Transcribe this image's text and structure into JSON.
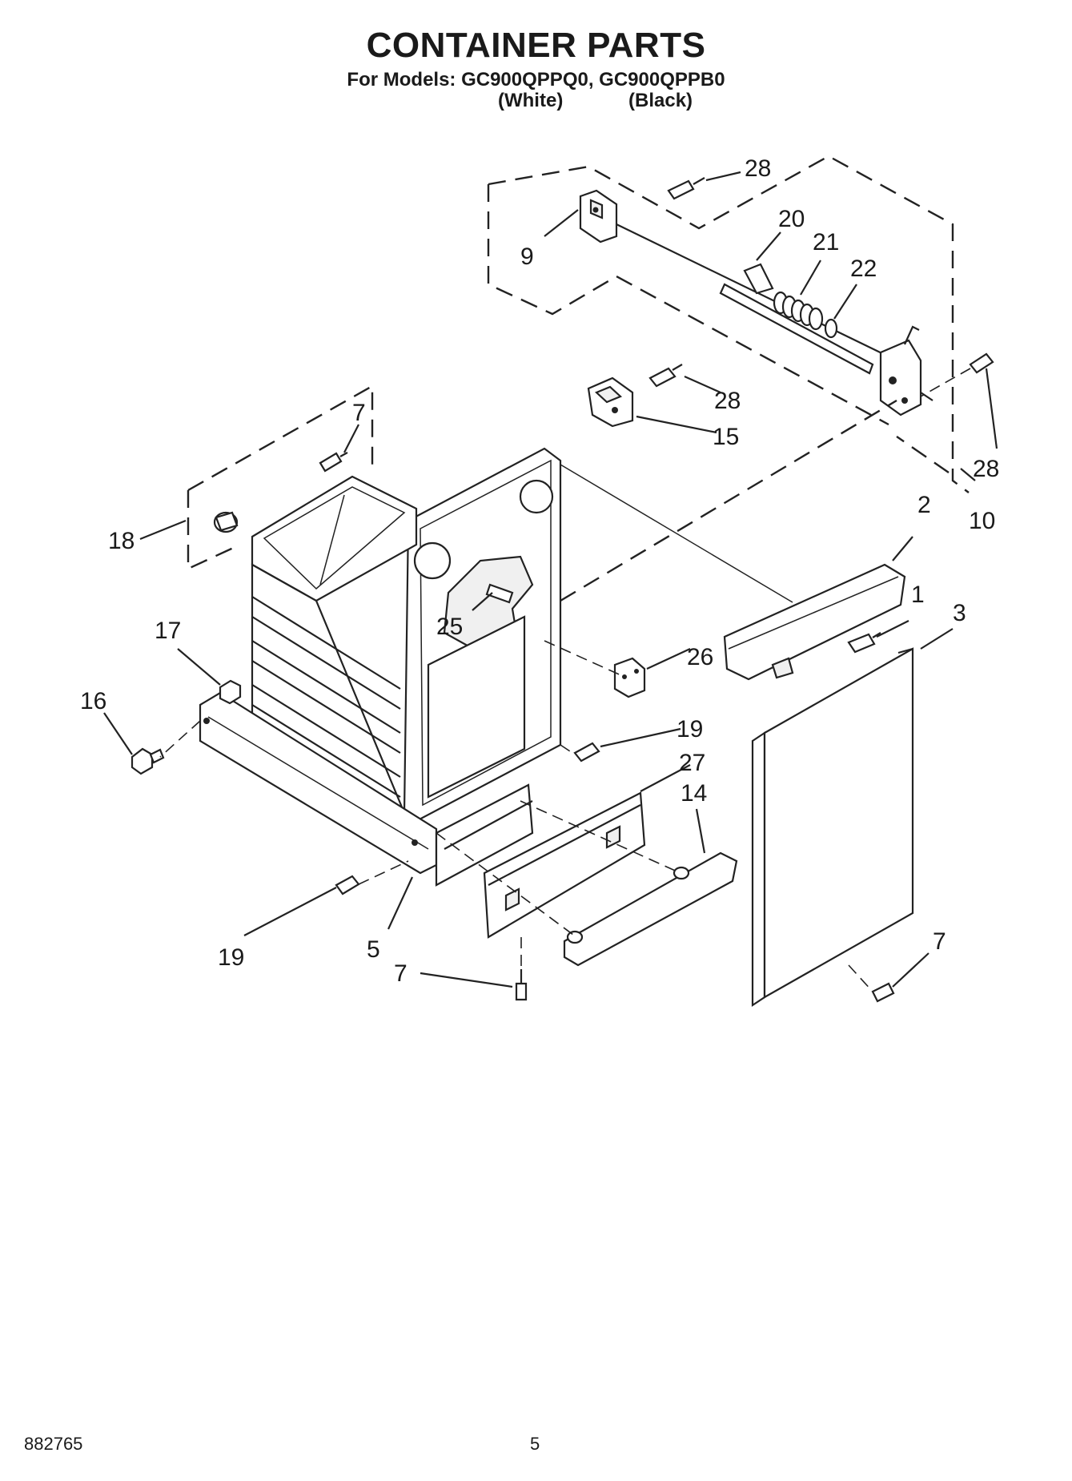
{
  "header": {
    "title": "CONTAINER PARTS",
    "models_line": "For Models: GC900QPPQ0, GC900QPPB0",
    "variant_white": "(White)",
    "variant_black": "(Black)"
  },
  "callouts": {
    "c28_top": "28",
    "c20": "20",
    "c21": "21",
    "c22": "22",
    "c9": "9",
    "c28_mid": "28",
    "c15": "15",
    "c28_right": "28",
    "c10": "10",
    "c7_top": "7",
    "c18": "18",
    "c2": "2",
    "c1": "1",
    "c3": "3",
    "c25": "25",
    "c26": "26",
    "c17": "17",
    "c16": "16",
    "c19_mid": "19",
    "c27": "27",
    "c14": "14",
    "c19_bottom": "19",
    "c5": "5",
    "c7_bottom": "7",
    "c7_right": "7"
  },
  "footer": {
    "doc_number": "882765",
    "page_number": "5"
  }
}
